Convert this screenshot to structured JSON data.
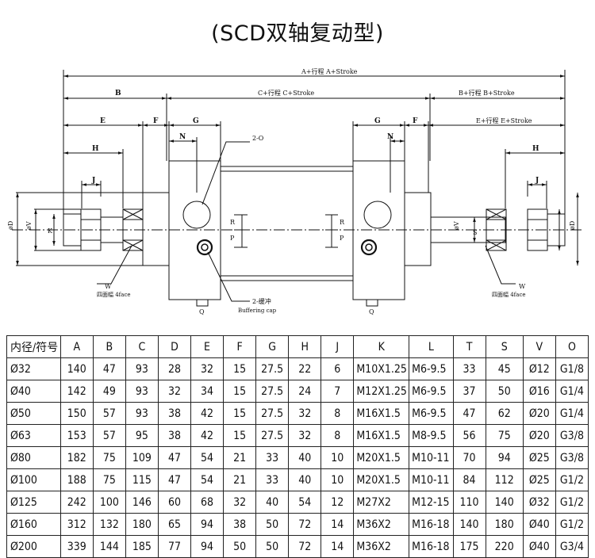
{
  "title": "(SCD双轴复动型)",
  "drawing": {
    "dim_A": "A+行程 A+Stroke",
    "dim_B": "B",
    "dim_C": "C+行程 C+Stroke",
    "dim_B_right": "B+行程 B+Stroke",
    "dim_E": "E",
    "dim_F": "F",
    "dim_G": "G",
    "dim_E_right": "E+行程 E+Stroke",
    "dim_N": "N",
    "dim_H": "H",
    "dim_J": "J",
    "label_2O": "2-O",
    "label_R": "R",
    "label_P": "P",
    "label_S": "S",
    "label_D": "øD",
    "label_V": "øV",
    "label_K": "K",
    "label_W": "W",
    "label_4face": "四面幅 4face",
    "label_Q": "Q",
    "label_buffer": "2-缓冲",
    "label_buffer_en": "Buffering cap"
  },
  "table": {
    "headers": [
      "内径/符号",
      "A",
      "B",
      "C",
      "D",
      "E",
      "F",
      "G",
      "H",
      "J",
      "K",
      "L",
      "T",
      "S",
      "V",
      "O"
    ],
    "rows": [
      [
        "Ø32",
        "140",
        "47",
        "93",
        "28",
        "32",
        "15",
        "27.5",
        "22",
        "6",
        "M10X1.25",
        "M6-9.5",
        "33",
        "45",
        "Ø12",
        "G1/8"
      ],
      [
        "Ø40",
        "142",
        "49",
        "93",
        "32",
        "34",
        "15",
        "27.5",
        "24",
        "7",
        "M12X1.25",
        "M6-9.5",
        "37",
        "50",
        "Ø16",
        "G1/4"
      ],
      [
        "Ø50",
        "150",
        "57",
        "93",
        "38",
        "42",
        "15",
        "27.5",
        "32",
        "8",
        "M16X1.5",
        "M6-9.5",
        "47",
        "62",
        "Ø20",
        "G1/4"
      ],
      [
        "Ø63",
        "153",
        "57",
        "95",
        "38",
        "42",
        "15",
        "27.5",
        "32",
        "8",
        "M16X1.5",
        "M8-9.5",
        "56",
        "75",
        "Ø20",
        "G3/8"
      ],
      [
        "Ø80",
        "182",
        "75",
        "109",
        "47",
        "54",
        "21",
        "33",
        "40",
        "10",
        "M20X1.5",
        "M10-11",
        "70",
        "94",
        "Ø25",
        "G3/8"
      ],
      [
        "Ø100",
        "188",
        "75",
        "115",
        "47",
        "54",
        "21",
        "33",
        "40",
        "10",
        "M20X1.5",
        "M10-11",
        "84",
        "112",
        "Ø25",
        "G1/2"
      ],
      [
        "Ø125",
        "242",
        "100",
        "146",
        "60",
        "68",
        "32",
        "40",
        "54",
        "12",
        "M27X2",
        "M12-15",
        "110",
        "140",
        "Ø32",
        "G1/2"
      ],
      [
        "Ø160",
        "312",
        "132",
        "180",
        "65",
        "94",
        "38",
        "50",
        "72",
        "14",
        "M36X2",
        "M16-18",
        "140",
        "180",
        "Ø40",
        "G1/2"
      ],
      [
        "Ø200",
        "339",
        "144",
        "185",
        "77",
        "94",
        "50",
        "50",
        "72",
        "14",
        "M36X2",
        "M16-18",
        "175",
        "220",
        "Ø40",
        "G3/4"
      ]
    ]
  }
}
